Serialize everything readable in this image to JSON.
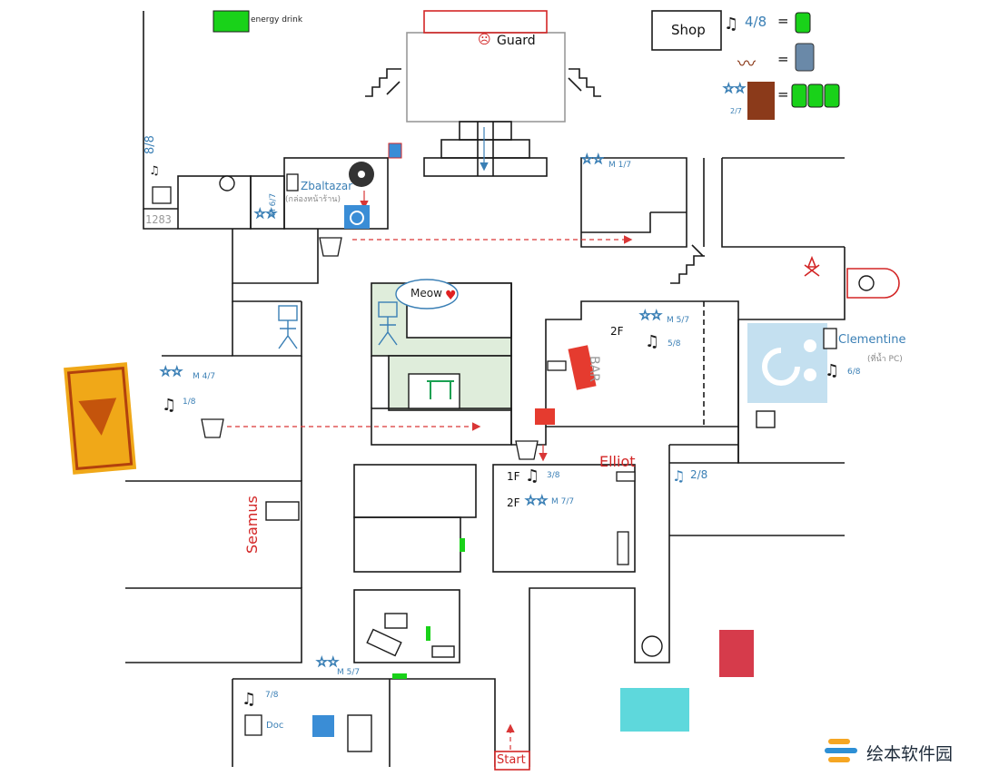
{
  "legend": {
    "energy_drink": "energy drink"
  },
  "top": {
    "guard": "Guard",
    "shop": "Shop"
  },
  "shop_trades": [
    {
      "cost": "4/8",
      "icon": "music-note-icon",
      "reward": "energy-drink-can"
    },
    {
      "cost": "",
      "icon": "rope-item",
      "reward": "oil-jug"
    },
    {
      "cost": "2/7",
      "icon": "star-cluster",
      "reward": "three-energy-drinks"
    }
  ],
  "rooms": {
    "left_top_counter": "8/8",
    "code": "1283",
    "zbaltazar": "Zbaltazar",
    "zbaltazar_note": "(กล่องหน้าร้าน)",
    "m67": "M 6/7",
    "m17": "M 1/7",
    "m47": "M 4/7",
    "n18": "1/8",
    "meow": "Meow",
    "floor2": "2F",
    "m57_bar": "M 5/7",
    "n58": "5/8",
    "bar": "BAR",
    "clementine": "Clementine",
    "clementine_note": "(ที่น้ำ PC)",
    "n68": "6/8",
    "elliot": "Elliot",
    "floor1": "1F",
    "n38": "3/8",
    "floor2b": "2F",
    "m77": "M 7/7",
    "n28": "2/8",
    "seamus": "Seamus",
    "m57_bottom": "M 5/7",
    "n78": "7/8",
    "doc": "Doc",
    "start": "Start"
  },
  "watermark": "绘本软件园",
  "colors": {
    "wall": "#1a1a1a",
    "path": "#d93636",
    "energy": "#19d219",
    "blue_ink": "#3a7fb5",
    "guard_frame": "#d32626",
    "room_green": "#dfeddb"
  }
}
